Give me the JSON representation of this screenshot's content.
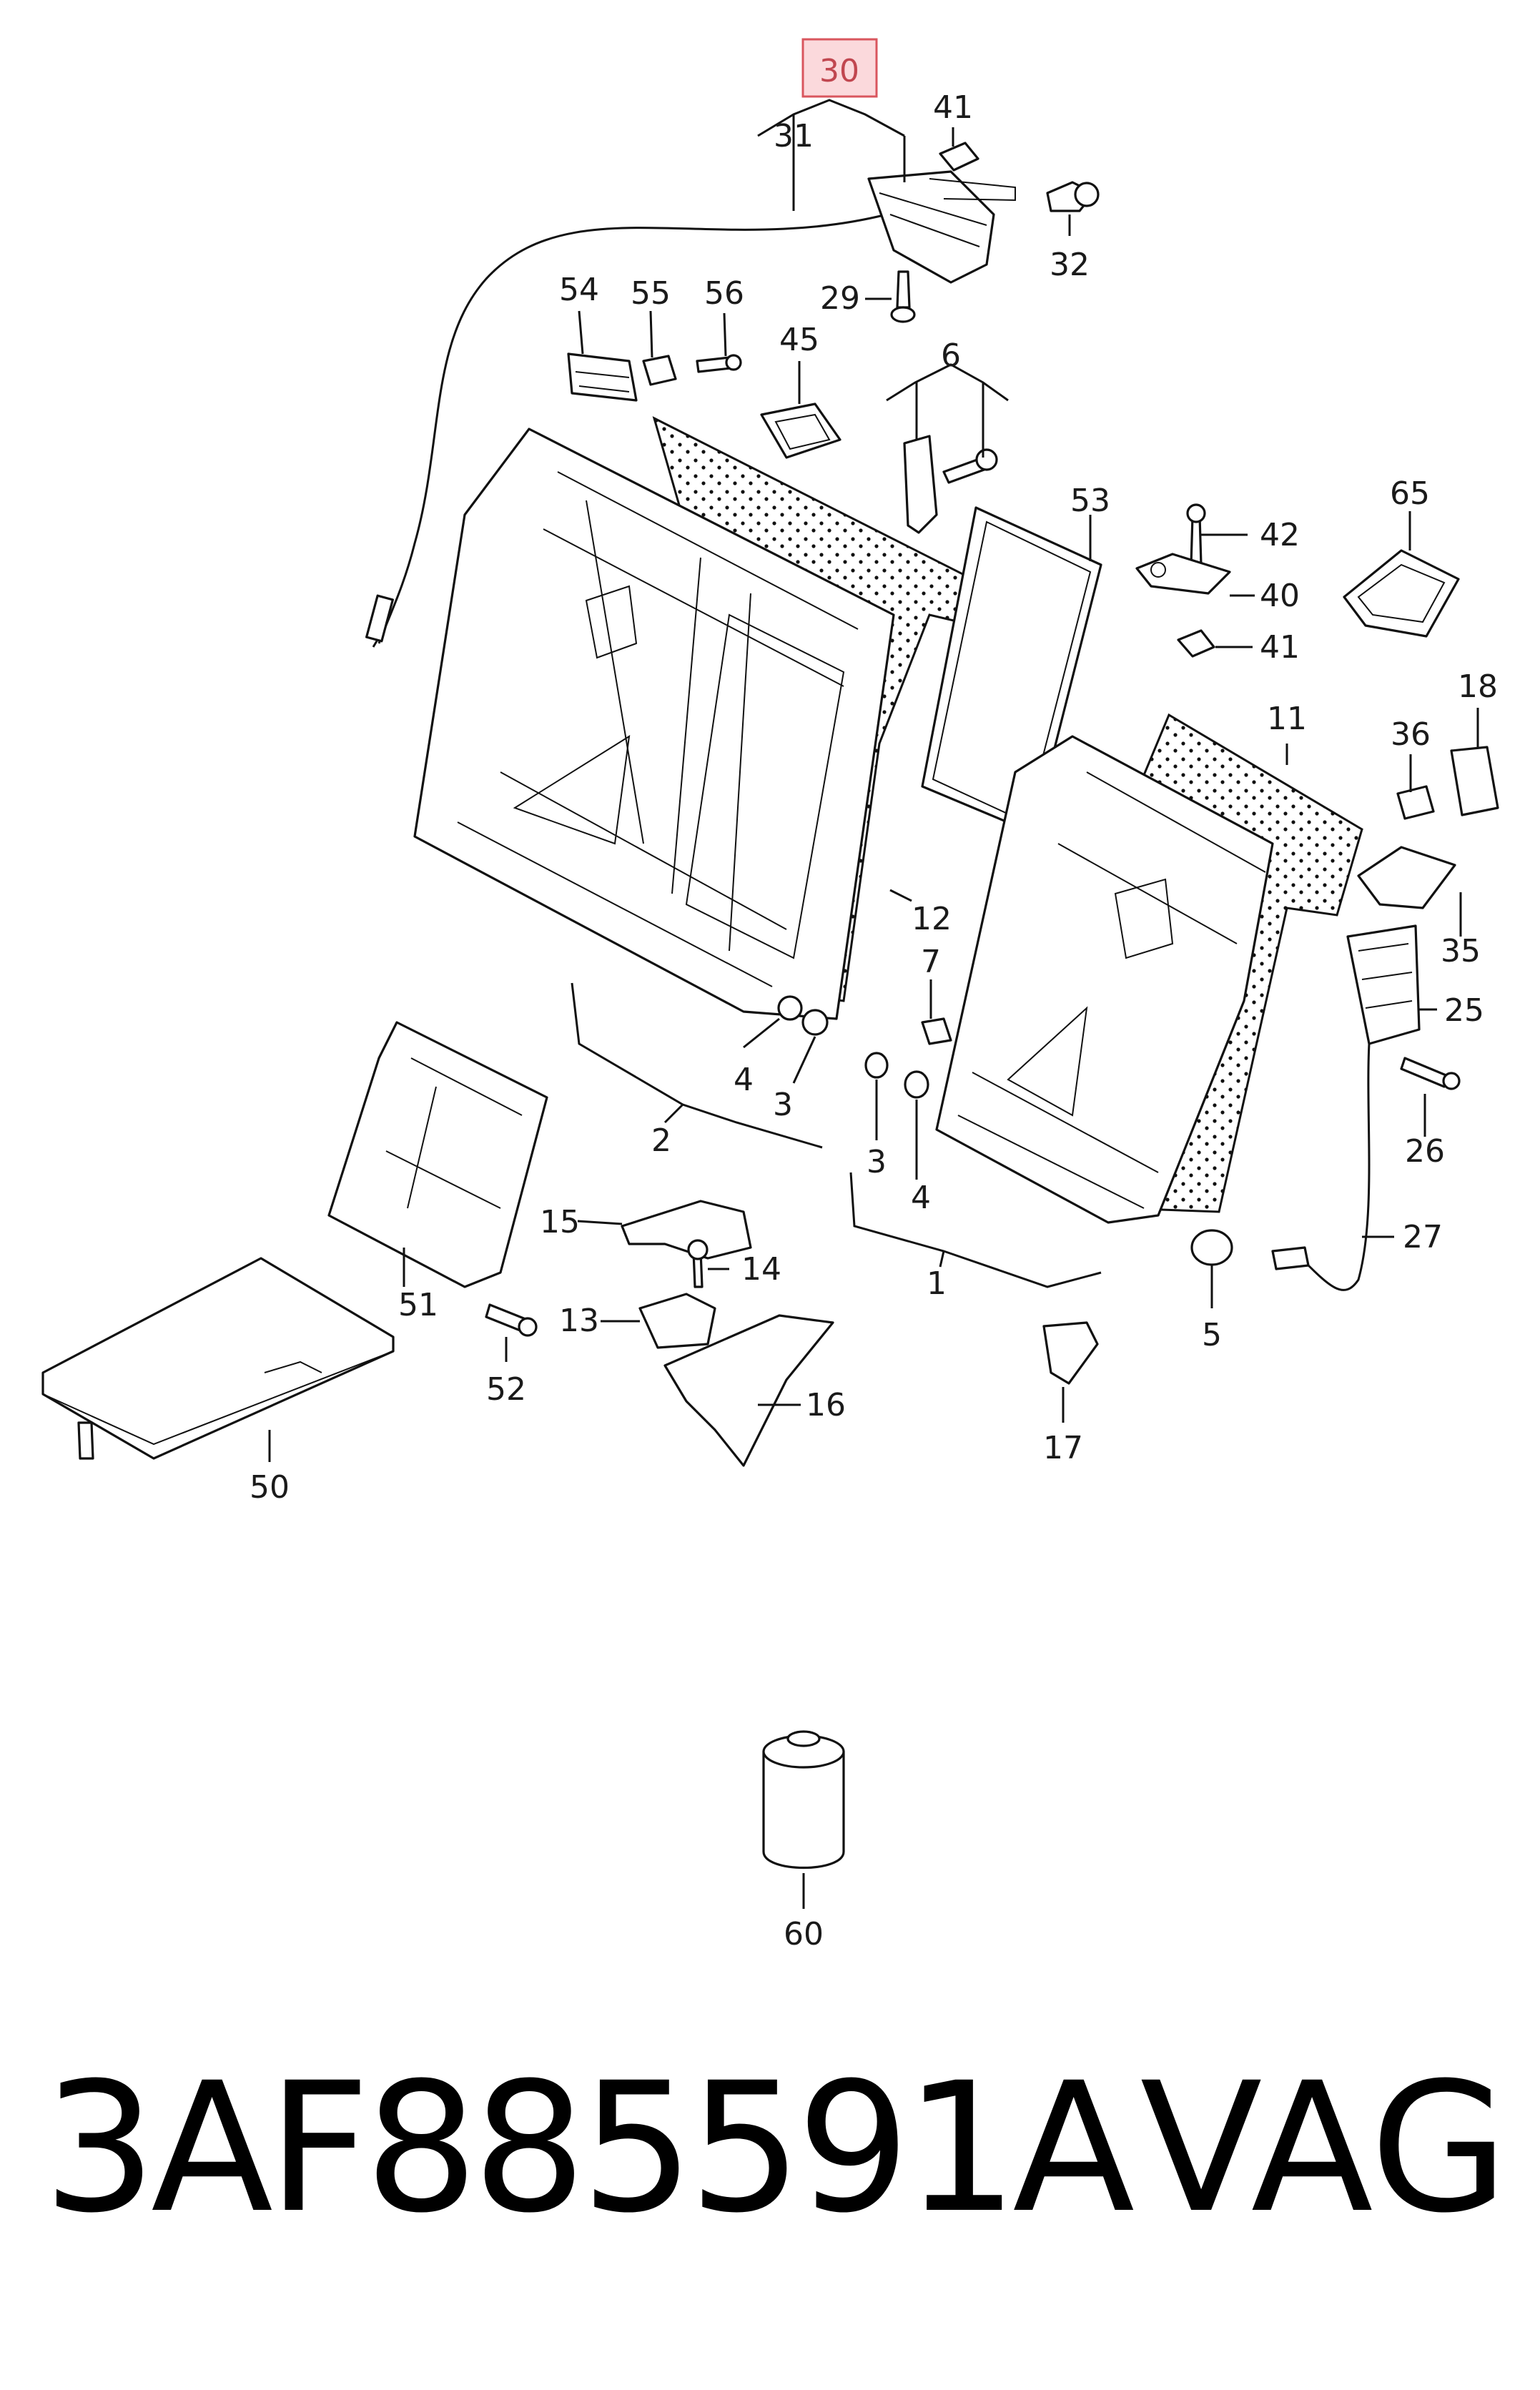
{
  "diagram": {
    "callouts": [
      {
        "id": "30",
        "label": "30",
        "highlight": true
      },
      {
        "id": "31",
        "label": "31"
      },
      {
        "id": "41a",
        "label": "41"
      },
      {
        "id": "32",
        "label": "32"
      },
      {
        "id": "29",
        "label": "29"
      },
      {
        "id": "54",
        "label": "54"
      },
      {
        "id": "55",
        "label": "55"
      },
      {
        "id": "56",
        "label": "56"
      },
      {
        "id": "45",
        "label": "45"
      },
      {
        "id": "6",
        "label": "6"
      },
      {
        "id": "53",
        "label": "53"
      },
      {
        "id": "65",
        "label": "65"
      },
      {
        "id": "42",
        "label": "42"
      },
      {
        "id": "40",
        "label": "40"
      },
      {
        "id": "41b",
        "label": "41"
      },
      {
        "id": "18",
        "label": "18"
      },
      {
        "id": "11",
        "label": "11"
      },
      {
        "id": "36",
        "label": "36"
      },
      {
        "id": "35",
        "label": "35"
      },
      {
        "id": "12",
        "label": "12"
      },
      {
        "id": "7",
        "label": "7"
      },
      {
        "id": "25",
        "label": "25"
      },
      {
        "id": "4a",
        "label": "4"
      },
      {
        "id": "3a",
        "label": "3"
      },
      {
        "id": "2",
        "label": "2"
      },
      {
        "id": "3b",
        "label": "3"
      },
      {
        "id": "4b",
        "label": "4"
      },
      {
        "id": "26",
        "label": "26"
      },
      {
        "id": "15",
        "label": "15"
      },
      {
        "id": "14",
        "label": "14"
      },
      {
        "id": "27",
        "label": "27"
      },
      {
        "id": "1",
        "label": "1"
      },
      {
        "id": "13",
        "label": "13"
      },
      {
        "id": "51",
        "label": "51"
      },
      {
        "id": "5",
        "label": "5"
      },
      {
        "id": "52",
        "label": "52"
      },
      {
        "id": "16",
        "label": "16"
      },
      {
        "id": "17",
        "label": "17"
      },
      {
        "id": "50",
        "label": "50"
      },
      {
        "id": "60",
        "label": "60"
      }
    ]
  },
  "footer": {
    "part_number": "3AF885591A",
    "brand": "VAG"
  }
}
